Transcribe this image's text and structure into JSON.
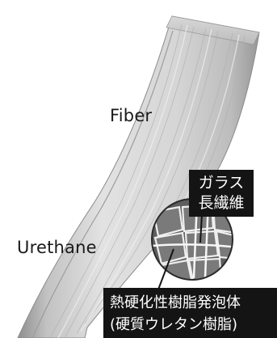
{
  "labels": {
    "fiber": "Fiber",
    "urethane": "Urethane",
    "glass_fiber": [
      "ガラス",
      "長繊維"
    ],
    "foam": [
      "熱硬化性樹脂発泡体",
      "(硬質ウレタン樹脂)"
    ]
  },
  "colors": {
    "rail_light": "#e6e6e6",
    "rail_mid": "#c9c9c9",
    "rail_dark": "#8a8a8a",
    "tag_background": "#141414",
    "tag_text": "#ffffff",
    "magnifier_cells": "#6a6a6a",
    "magnifier_lines": "#f2f2f2"
  },
  "icons": [
    "magnifier-circle",
    "pointer-line"
  ]
}
